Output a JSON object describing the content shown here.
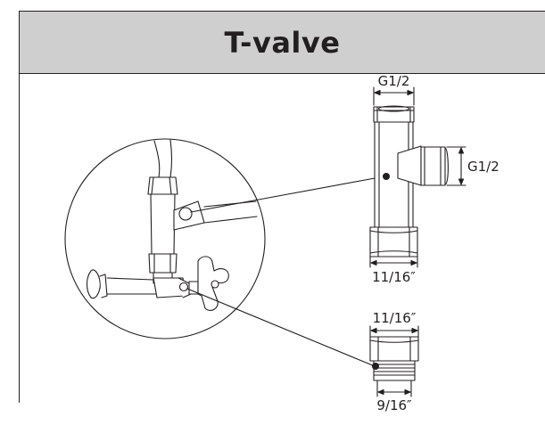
{
  "title": "T-valve",
  "dims": {
    "tee_top_thread": "G1/2",
    "tee_side_thread": "G1/2",
    "tee_nut_width": "11/16″",
    "adapter_top_width": "11/16″",
    "adapter_bottom_width": "9/16″"
  },
  "colors": {
    "line": "#231f20",
    "header_bg": "#cfcfcf",
    "background": "#ffffff"
  }
}
